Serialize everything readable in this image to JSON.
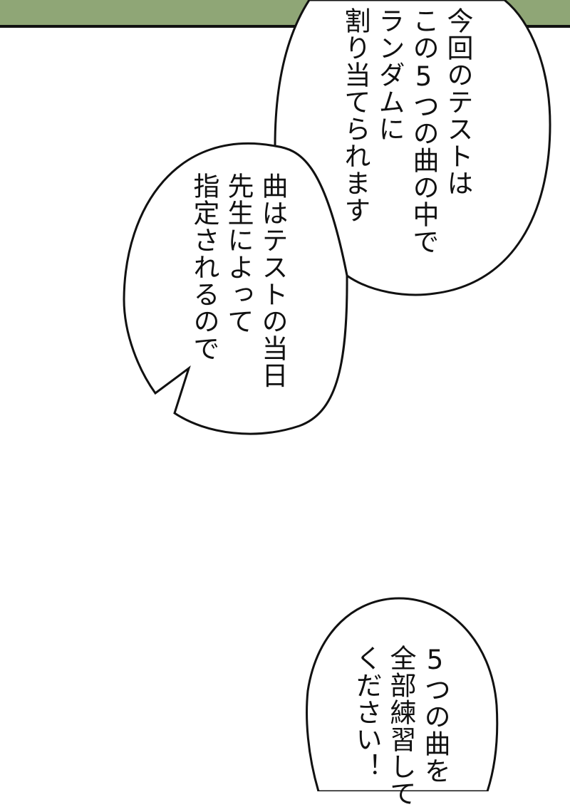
{
  "panel": {
    "background_band_color": "#8fa676",
    "border_color": "#111111",
    "page_background": "#ffffff"
  },
  "bubbles": [
    {
      "id": "bubble-top",
      "lines": [
        "今回のテストは",
        "この5つの曲の中で",
        "ランダムに",
        "割り当てられます"
      ]
    },
    {
      "id": "bubble-middle",
      "lines": [
        "曲はテストの当日",
        "先生によって",
        "指定されるので"
      ]
    },
    {
      "id": "bubble-bottom",
      "lines": [
        "5つの曲を",
        "全部練習して",
        "ください！"
      ]
    }
  ],
  "text": {
    "top": "今回のテストは\nこの5つの曲の中で\nランダムに\n割り当てられます",
    "middle": "曲はテストの当日\n先生によって\n指定されるので",
    "bottom": "5つの曲を\n全部練習して\nください！"
  }
}
